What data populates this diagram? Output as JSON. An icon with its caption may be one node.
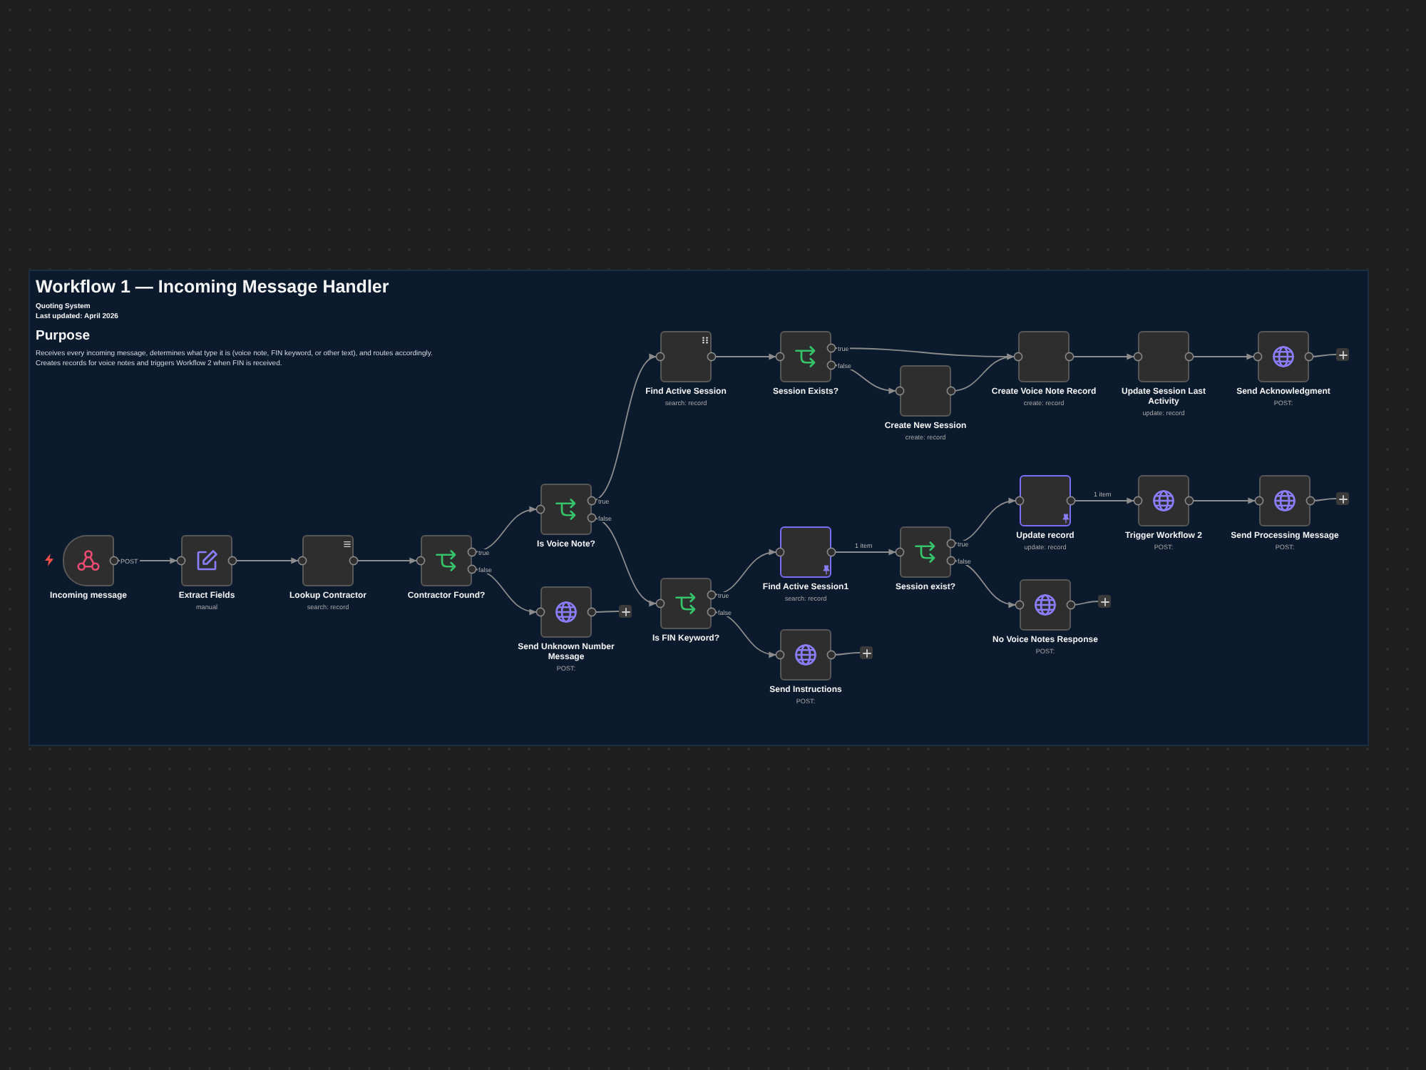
{
  "diagram": {
    "title": "Workflow 1 — Incoming Message Handler",
    "nodes": [
      {
        "text": [
          "Incoming message"
        ]
      },
      {
        "text": [
          "Extract Fields",
          "manual"
        ]
      },
      {
        "text": [
          "Lookup Contractor",
          "search: record"
        ]
      },
      {
        "text": [
          "Contractor Found?"
        ]
      },
      {
        "text": [
          "Is Voice Note?"
        ]
      },
      {
        "text": [
          "Send Unknown Number Message",
          "POST:"
        ]
      },
      {
        "text": [],
        "shape": "box"
      },
      {
        "text": [
          "Find Active Session",
          "search: record"
        ]
      },
      {
        "text": [
          "Session Exists?"
        ]
      },
      {
        "text": [
          "Create New Session",
          "create: record"
        ]
      },
      {
        "text": [
          "Create Voice Note Record",
          "create: record"
        ]
      },
      {
        "text": [
          "Update Session Last Activity",
          "update: record"
        ]
      },
      {
        "text": [
          "Send Acknowledgment",
          "POST:"
        ]
      },
      {
        "text": [],
        "shape": "box"
      },
      {
        "text": [
          "Is FIN Keyword?"
        ]
      },
      {
        "text": [
          "Find Active Session1",
          "search: record"
        ]
      },
      {
        "text": [
          "Send Instructions",
          "POST:"
        ]
      },
      {
        "text": [],
        "shape": "box"
      },
      {
        "text": [
          "Session exist?"
        ]
      },
      {
        "text": [
          "Update record",
          "update: record"
        ]
      },
      {
        "text": [
          "Trigger Workflow 2",
          "POST:"
        ]
      },
      {
        "text": [
          "Send Processing Message",
          "POST:"
        ]
      },
      {
        "text": [],
        "shape": "box"
      },
      {
        "text": [
          "No Voice Notes Response",
          "POST:"
        ]
      },
      {
        "text": [],
        "shape": "box"
      }
    ],
    "edges": [
      {
        "from": 0,
        "to": 1,
        "arrow": "to",
        "label": "POST"
      },
      {
        "from": 1,
        "to": 2,
        "arrow": "to"
      },
      {
        "from": 2,
        "to": 3,
        "arrow": "to"
      },
      {
        "from": 3,
        "to": 4,
        "arrow": "to",
        "label": "true"
      },
      {
        "from": 3,
        "to": 5,
        "arrow": "to",
        "label": "false"
      },
      {
        "from": 5,
        "to": 6,
        "arrow": "none"
      },
      {
        "from": 4,
        "to": 7,
        "arrow": "to",
        "label": "true"
      },
      {
        "from": 4,
        "to": 14,
        "arrow": "to",
        "label": "false"
      },
      {
        "from": 7,
        "to": 8,
        "arrow": "to"
      },
      {
        "from": 8,
        "to": 10,
        "arrow": "to",
        "label": "true"
      },
      {
        "from": 8,
        "to": 9,
        "arrow": "to",
        "label": "false"
      },
      {
        "from": 9,
        "to": 10,
        "arrow": "to"
      },
      {
        "from": 10,
        "to": 11,
        "arrow": "to"
      },
      {
        "from": 11,
        "to": 12,
        "arrow": "to"
      },
      {
        "from": 12,
        "to": 13,
        "arrow": "none"
      },
      {
        "from": 14,
        "to": 15,
        "arrow": "to",
        "label": "true"
      },
      {
        "from": 14,
        "to": 16,
        "arrow": "to",
        "label": "false"
      },
      {
        "from": 16,
        "to": 17,
        "arrow": "none"
      },
      {
        "from": 15,
        "to": 18,
        "arrow": "to",
        "label": "1 item"
      },
      {
        "from": 18,
        "to": 19,
        "arrow": "to",
        "label": "true"
      },
      {
        "from": 18,
        "to": 23,
        "arrow": "to",
        "label": "false"
      },
      {
        "from": 23,
        "to": 24,
        "arrow": "none"
      },
      {
        "from": 19,
        "to": 20,
        "arrow": "to",
        "label": "1 item"
      },
      {
        "from": 20,
        "to": 21,
        "arrow": "to"
      },
      {
        "from": 21,
        "to": 22,
        "arrow": "none"
      }
    ],
    "labels": [
      "Quoting System",
      "Last updated: April 2026",
      "Purpose",
      "Receives every incoming message, determines what type it is (voice note, FIN keyword, or other text), and routes accordingly.",
      "Creates records for voice notes and triggers Workflow 2 when FIN is received."
    ]
  }
}
